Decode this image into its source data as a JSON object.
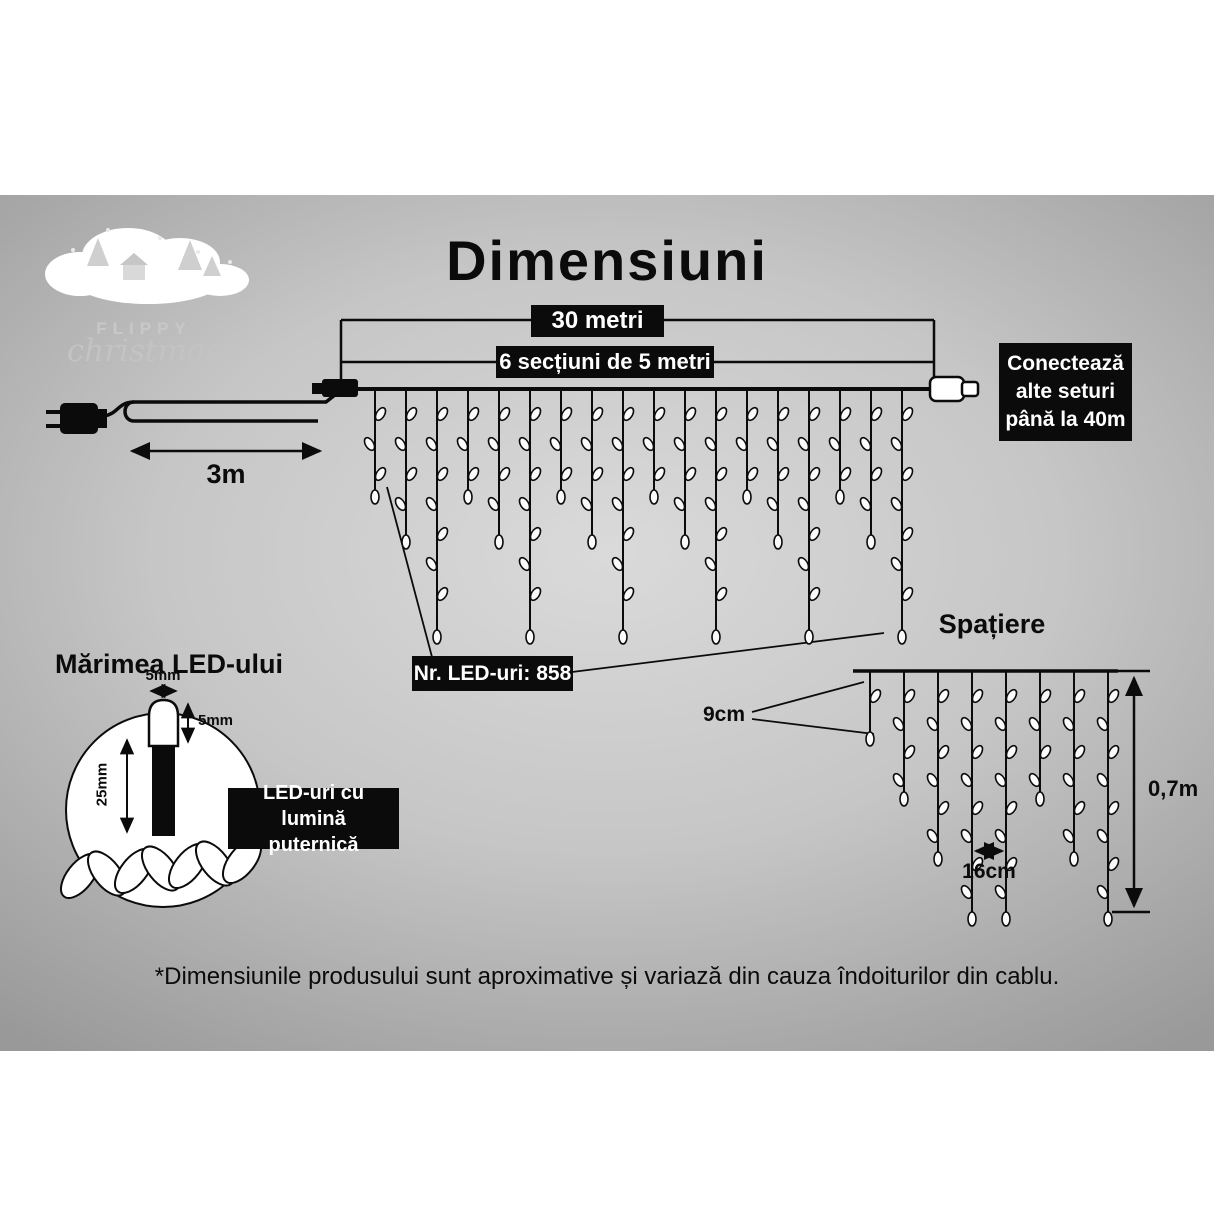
{
  "title": "Dimensiuni",
  "logo": {
    "name": "FLIPPY",
    "script": "christmas"
  },
  "main_diagram": {
    "total_length_label": "30 metri",
    "sections_label": "6 secțiuni de 5 metri",
    "lead_length_label": "3m",
    "connect_note": "Conectează\nalte seturi\npână la 40m",
    "led_count_label": "Nr. LED-uri: 858"
  },
  "spacing_section": {
    "title": "Spațiere",
    "bulb_spacing_label": "9cm",
    "drop_spacing_label": "16cm",
    "drop_length_label": "0,7m"
  },
  "led_size_section": {
    "title": "Mărimea LED-ului",
    "bulb_width_label": "5mm",
    "bulb_height_label": "5mm",
    "body_length_label": "25mm",
    "note": "LED-uri cu lumină\nputernică"
  },
  "footer_note": "*Dimensiunile produsului sunt aproximative și variază din cauza îndoiturilor din cablu."
}
